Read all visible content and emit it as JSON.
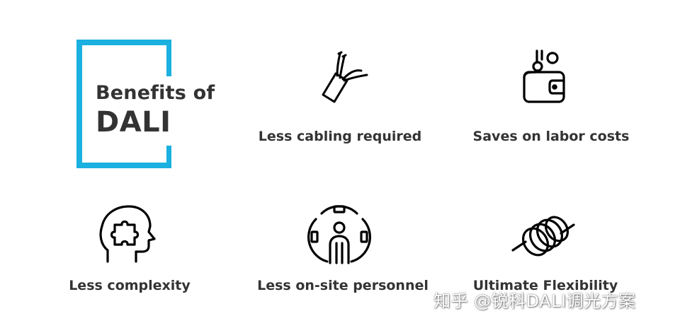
{
  "heading": {
    "line1": "Benefits of",
    "line2": "DALI"
  },
  "accent_color": "#1ab0e0",
  "benefits": [
    {
      "label": "Less cabling required",
      "icon": "cable-icon"
    },
    {
      "label": "Saves on labor costs",
      "icon": "wallet-coins-icon"
    },
    {
      "label": "Less complexity",
      "icon": "head-puzzle-icon"
    },
    {
      "label": "Less on-site personnel",
      "icon": "gear-person-icon"
    },
    {
      "label": "Ultimate Flexibility",
      "icon": "coil-icon"
    }
  ],
  "watermark": "知乎 @锐科DALI调光方案"
}
